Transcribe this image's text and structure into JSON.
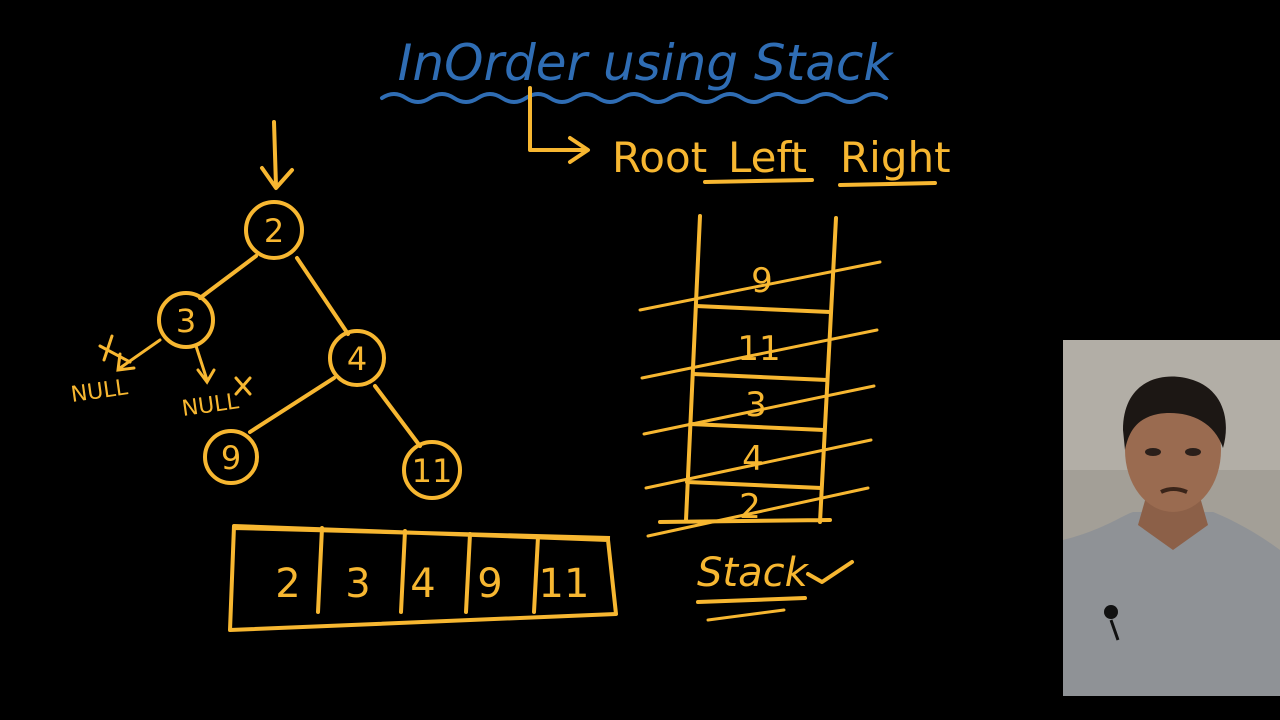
{
  "colors": {
    "accent": "#f7b731",
    "title": "#2f6db4",
    "background": "#000000"
  },
  "title": "InOrder using Stack",
  "traversal_order": {
    "root": "Root",
    "left": "Left",
    "right": "Right"
  },
  "tree": {
    "root": "2",
    "left_child": "3",
    "right_child": "4",
    "right_left_child": "9",
    "right_right_child": "11",
    "null_label_1": "NULL",
    "null_label_2": "NULL"
  },
  "output_array": [
    "2",
    "3",
    "4",
    "9",
    "11"
  ],
  "stack": {
    "items_top_to_bottom": [
      "9",
      "11",
      "3",
      "4",
      "2"
    ],
    "label": "Stack"
  },
  "webcam": {
    "icon": "presenter-webcam"
  }
}
